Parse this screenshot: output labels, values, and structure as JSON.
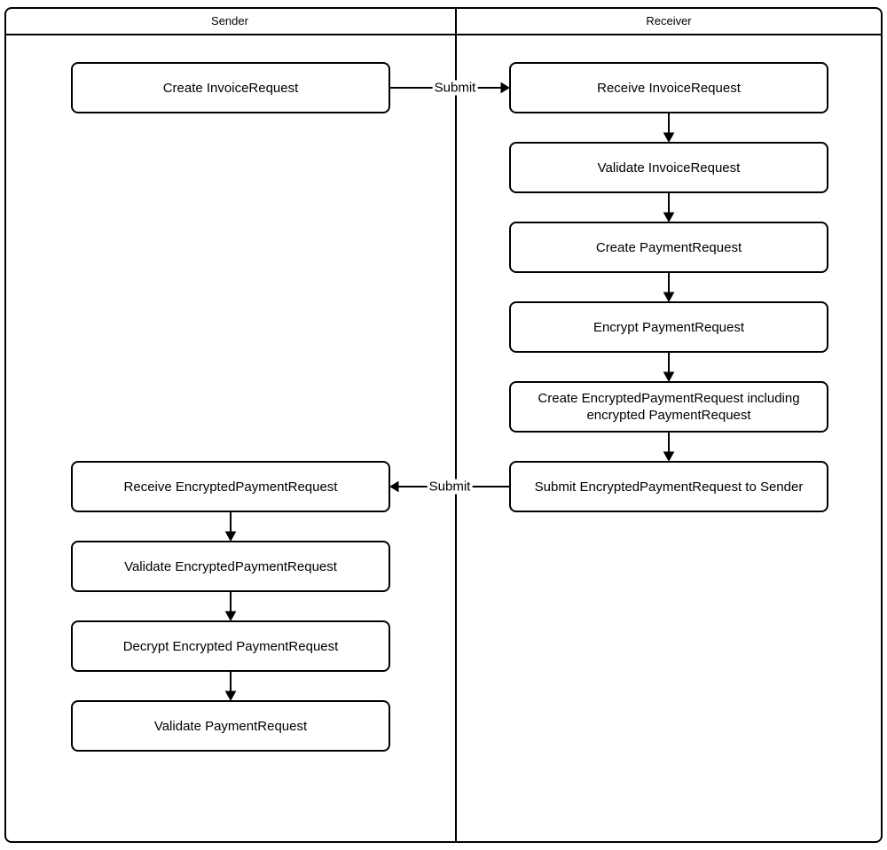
{
  "diagram": {
    "type": "swimlane-flowchart",
    "colors": {
      "stroke": "#000000",
      "fill": "#ffffff",
      "background": "#ffffff"
    },
    "lanes": [
      {
        "title": "Sender"
      },
      {
        "title": "Receiver"
      }
    ],
    "nodes": [
      {
        "id": "create-invoice-request",
        "lane": "Sender",
        "label": "Create InvoiceRequest"
      },
      {
        "id": "receive-invoice-request",
        "lane": "Receiver",
        "label": "Receive InvoiceRequest"
      },
      {
        "id": "validate-invoice-request",
        "lane": "Receiver",
        "label": "Validate InvoiceRequest"
      },
      {
        "id": "create-payment-request",
        "lane": "Receiver",
        "label": "Create PaymentRequest"
      },
      {
        "id": "encrypt-payment-request",
        "lane": "Receiver",
        "label": "Encrypt PaymentRequest"
      },
      {
        "id": "create-encrypted-payment-request",
        "lane": "Receiver",
        "label": "Create EncryptedPaymentRequest including encrypted PaymentRequest"
      },
      {
        "id": "submit-encrypted-payment-request",
        "lane": "Receiver",
        "label": "Submit EncryptedPaymentRequest to Sender"
      },
      {
        "id": "receive-encrypted-payment-request",
        "lane": "Sender",
        "label": "Receive EncryptedPaymentRequest"
      },
      {
        "id": "validate-encrypted-payment-request",
        "lane": "Sender",
        "label": "Validate EncryptedPaymentRequest"
      },
      {
        "id": "decrypt-encrypted-payment-request",
        "lane": "Sender",
        "label": "Decrypt Encrypted PaymentRequest"
      },
      {
        "id": "validate-payment-request",
        "lane": "Sender",
        "label": "Validate PaymentRequest"
      }
    ],
    "edges": [
      {
        "from": "create-invoice-request",
        "to": "receive-invoice-request",
        "label": "Submit"
      },
      {
        "from": "receive-invoice-request",
        "to": "validate-invoice-request",
        "label": ""
      },
      {
        "from": "validate-invoice-request",
        "to": "create-payment-request",
        "label": ""
      },
      {
        "from": "create-payment-request",
        "to": "encrypt-payment-request",
        "label": ""
      },
      {
        "from": "encrypt-payment-request",
        "to": "create-encrypted-payment-request",
        "label": ""
      },
      {
        "from": "create-encrypted-payment-request",
        "to": "submit-encrypted-payment-request",
        "label": ""
      },
      {
        "from": "submit-encrypted-payment-request",
        "to": "receive-encrypted-payment-request",
        "label": "Submit"
      },
      {
        "from": "receive-encrypted-payment-request",
        "to": "validate-encrypted-payment-request",
        "label": ""
      },
      {
        "from": "validate-encrypted-payment-request",
        "to": "decrypt-encrypted-payment-request",
        "label": ""
      },
      {
        "from": "decrypt-encrypted-payment-request",
        "to": "validate-payment-request",
        "label": ""
      }
    ]
  }
}
